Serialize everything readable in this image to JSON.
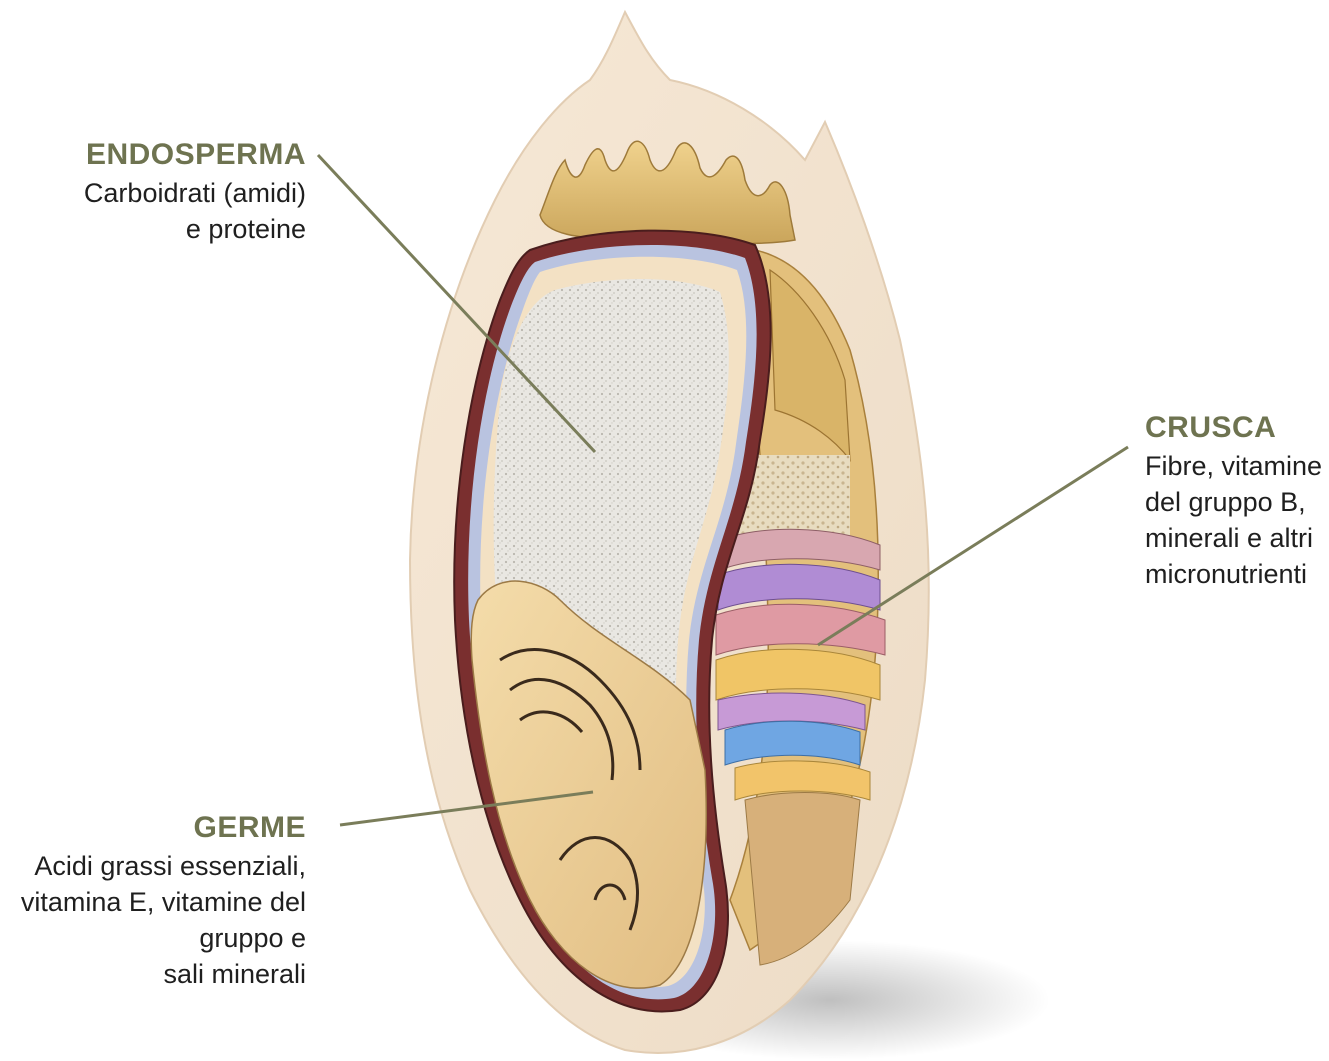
{
  "colors": {
    "label_title": "#6e7350",
    "leader_line": "#7a7d5a",
    "body_text": "#1f1f1f"
  },
  "labels": {
    "endosperma": {
      "title": "ENDOSPERMA",
      "desc": "Carboidrati (amidi)\ne proteine"
    },
    "crusca": {
      "title": "CRUSCA",
      "desc": "Fibre, vitamine\ndel gruppo B,\nminerali e altri\nmicronutrienti"
    },
    "germe": {
      "title": "GERME",
      "desc": "Acidi grassi essenziali,\nvitamina E, vitamine  del\ngruppo  e\nsali minerali"
    }
  }
}
